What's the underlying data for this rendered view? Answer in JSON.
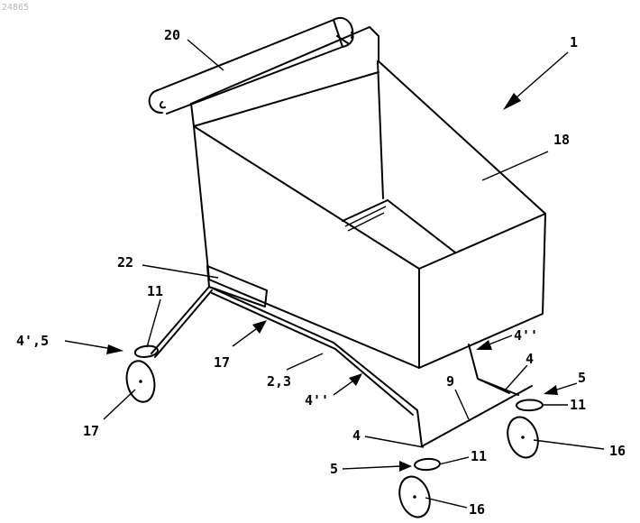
{
  "document_id": "24865",
  "labels": {
    "l1": "1",
    "l18": "18",
    "l20": "20",
    "l22": "22",
    "l11a": "11",
    "l45": "4',5",
    "l17a": "17",
    "l17b": "17",
    "l23": "2,3",
    "l4pp_a": "4''",
    "l4pp_b": "4''",
    "l9": "9",
    "l4a": "4",
    "l5a": "5",
    "l11b": "11",
    "l16a": "16",
    "l4b": "4",
    "l5b": "5",
    "l11c": "11",
    "l16b": "16"
  }
}
